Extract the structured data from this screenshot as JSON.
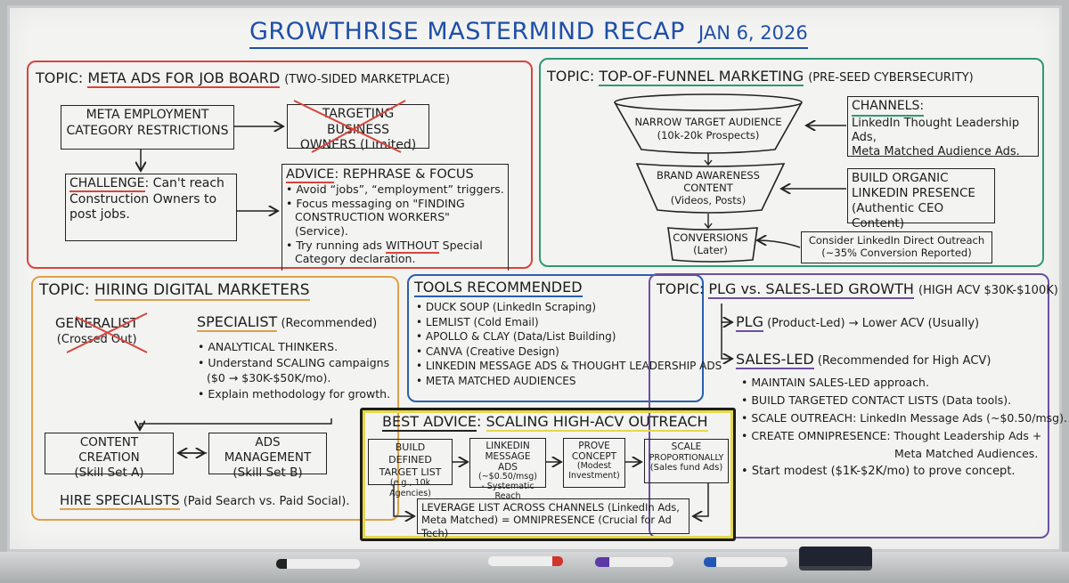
{
  "title": {
    "main": "GROWTHRISE MASTERMIND RECAP",
    "date": "JAN 6, 2026"
  },
  "colors": {
    "title": "#1f4fa8",
    "meta_topic": "#d8443d",
    "funnel_topic": "#2e9a72",
    "hiring_topic": "#e0a04a",
    "tools": "#2a5db0",
    "plg_topic": "#6e4fa3",
    "best_advice": "#e6d84a"
  },
  "meta": {
    "topic_prefix": "TOPIC:",
    "topic": "META ADS FOR JOB BOARD",
    "topic_note": "(TWO-SIDED MARKETPLACE)",
    "restrictions": [
      "META EMPLOYMENT",
      "CATEGORY RESTRICTIONS"
    ],
    "targeting": [
      "TARGETING BUSINESS",
      "OWNERS (Limited)"
    ],
    "challenge_label": "CHALLENGE",
    "challenge_text": [
      ": Can't reach",
      "Construction Owners to",
      "post jobs."
    ],
    "advice_label": "ADVICE",
    "advice_title": ": REPHRASE & FOCUS",
    "advice_items": [
      "Avoid “jobs”, “employment” triggers.",
      "Focus messaging on \"FINDING",
      "CONSTRUCTION WORKERS\" (Service).",
      "Try running ads ",
      "WITHOUT",
      " Special",
      "Category declaration."
    ]
  },
  "funnel": {
    "topic_prefix": "TOPIC:",
    "topic": "TOP-OF-FUNNEL MARKETING",
    "topic_note": "(PRE-SEED CYBERSECURITY)",
    "stage1": [
      "NARROW TARGET AUDIENCE",
      "(10k-20k Prospects)"
    ],
    "stage2": [
      "BRAND AWARENESS",
      "CONTENT",
      "(Videos, Posts)"
    ],
    "stage3": [
      "CONVERSIONS",
      "(Later)"
    ],
    "channels_label": "CHANNELS:",
    "channels": [
      "LinkedIn Thought Leadership Ads,",
      "Meta Matched Audience Ads."
    ],
    "organic": [
      "BUILD ORGANIC",
      "LINKEDIN PRESENCE",
      "(Authentic CEO Content)"
    ],
    "outreach": [
      "Consider LinkedIn Direct Outreach",
      "(~35% Conversion Reported)"
    ]
  },
  "hiring": {
    "topic_prefix": "TOPIC:",
    "topic": "HIRING DIGITAL MARKETERS",
    "generalist": [
      "GENERALIST",
      "(Crossed Out)"
    ],
    "specialist": "SPECIALIST",
    "specialist_note": "(Recommended)",
    "items": [
      "ANALYTICAL THINKERS.",
      "Understand SCALING campaigns",
      "($0 → $30K-$50K/mo).",
      "Explain methodology for growth."
    ],
    "content": [
      "CONTENT CREATION",
      "(Skill Set A)"
    ],
    "ads": [
      "ADS MANAGEMENT",
      "(Skill Set B)"
    ],
    "hire": "HIRE SPECIALISTS",
    "hire_note": "(Paid Search vs. Paid Social)."
  },
  "tools": {
    "title": "TOOLS RECOMMENDED",
    "items": [
      "DUCK SOUP (LinkedIn Scraping)",
      "LEMLIST (Cold Email)",
      "APOLLO & CLAY (Data/List Building)",
      "CANVA (Creative Design)",
      "LINKEDIN MESSAGE ADS & THOUGHT LEADERSHIP ADS",
      "META MATCHED AUDIENCES"
    ]
  },
  "best": {
    "label": "BEST ADVICE",
    "title": "SCALING HIGH-ACV OUTREACH",
    "step1": [
      "BUILD DEFINED",
      "TARGET LIST",
      "(e.g., 10k Agencies)"
    ],
    "step2": [
      "LINKEDIN",
      "MESSAGE ADS",
      "(~$0.50/msg)",
      "- Systematic Reach"
    ],
    "step3": [
      "PROVE",
      "CONCEPT",
      "(Modest",
      "Investment)"
    ],
    "step4": [
      "SCALE",
      "PROPORTIONALLY",
      "(Sales fund Ads)"
    ],
    "leverage": [
      "LEVERAGE LIST ACROSS CHANNELS (LinkedIn Ads,",
      "Meta Matched) = OMNIPRESENCE (Crucial for Ad Tech)"
    ]
  },
  "plg": {
    "topic_prefix": "TOPIC:",
    "topic": "PLG vs. SALES-LED GROWTH",
    "topic_note": "(HIGH ACV $30K-$100K)",
    "plg": "PLG",
    "plg_note": "(Product-Led) → Lower ACV (Usually)",
    "sales": "SALES-LED",
    "sales_note": "(Recommended for High ACV)",
    "items": [
      "MAINTAIN SALES-LED approach.",
      "BUILD TARGETED CONTACT LISTS (Data tools).",
      "SCALE OUTREACH: LinkedIn Message Ads (~$0.50/msg).",
      "CREATE OMNIPRESENCE: Thought Leadership Ads +",
      "Meta Matched Audiences.",
      "Start modest ($1K-$2K/mo) to prove concept."
    ]
  }
}
